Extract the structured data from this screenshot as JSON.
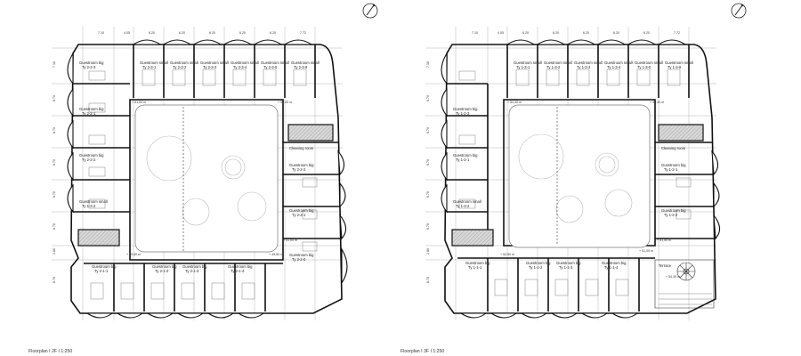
{
  "plans": [
    {
      "caption": "Floorplan I 2F I 1:250",
      "dim_top": [
        "7.10",
        "4.05",
        "6.20",
        "6.20",
        "6.20",
        "6.20",
        "6.20",
        "7.72"
      ],
      "dim_left": [
        "7.10",
        "6.70",
        "6.70",
        "6.70",
        "6.70",
        "6.70",
        "2.80",
        "8.70"
      ],
      "elevations": [
        "+ 51,00 m",
        "+ 52,00 m",
        "+ 51,00 m",
        "+ 49,50 m",
        "+ 49,50 m"
      ],
      "top_rooms": [
        "Guestroom small",
        "Ty 2-3-1",
        "Guestroom small",
        "Ty 2-3-2",
        "Guestroom small",
        "Ty 2-3-3",
        "Guestroom small",
        "Ty 2-3-4",
        "Guestroom small",
        "Ty 2-3-5",
        "Guestroom small",
        "Ty 2-3-6"
      ],
      "left_rooms": [
        "Guestroom big",
        "Ty 2-2-3",
        "Guestroom big",
        "Ty 2-2-1",
        "Guestroom big",
        "Ty 2-2-2",
        "Guestroom small",
        "Ty 1-3-2"
      ],
      "right_rooms": [
        "Cleaning room",
        "Guestroom big",
        "Ty 2-2-2",
        "Guestroom big",
        "Ty 2-2-1",
        "Guestroom big",
        "Ty 2-2-0"
      ],
      "bottom_rooms": [
        "Guestroom big",
        "Ty 2-1-1",
        "Guestroom big",
        "Ty 2-1-2",
        "Guestroom big",
        "Ty 2-1-3",
        "Guestroom big",
        "Ty 2-1-4"
      ]
    },
    {
      "caption": "Floorplan I 3F I 1:250",
      "dim_top": [
        "7.10",
        "4.05",
        "6.20",
        "6.20",
        "6.20",
        "6.20",
        "6.20",
        "7.72"
      ],
      "dim_left": [
        "7.10",
        "6.70",
        "6.70",
        "6.70",
        "6.70",
        "6.70",
        "2.80",
        "8.70"
      ],
      "elevations": [
        "+ 54,30 m",
        "+ 55,30 m",
        "+ 52,50 m",
        "+ 51,00 m",
        "+ 51,00 m",
        "+ 54,30 m"
      ],
      "top_rooms": [
        "Guestroom small",
        "Ty 1-3-1",
        "Guestroom small",
        "Ty 1-3-2",
        "Guestroom small",
        "Ty 1-3-3",
        "Guestroom small",
        "Ty 1-3-4",
        "Guestroom small",
        "Ty 1-3-5",
        "Guestroom small",
        "Ty 1-3-6"
      ],
      "left_rooms": [
        "Guestroom big",
        "Ty 1-2-3",
        "Guestroom big",
        "Ty 1-2-1",
        "Guestroom small",
        "Ty 1-3-2"
      ],
      "right_rooms": [
        "Cleaning room",
        "Guestroom big",
        "Ty 1-2-1",
        "Guestroom big",
        "Ty 1-2-2"
      ],
      "bottom_rooms": [
        "Guestroom big",
        "Ty 1-1-1",
        "Guestroom big",
        "Ty 1-1-2",
        "Guestroom big",
        "Ty 1-1-3",
        "Guestroom big",
        "Ty 1-1-4",
        "Terrace"
      ]
    }
  ]
}
